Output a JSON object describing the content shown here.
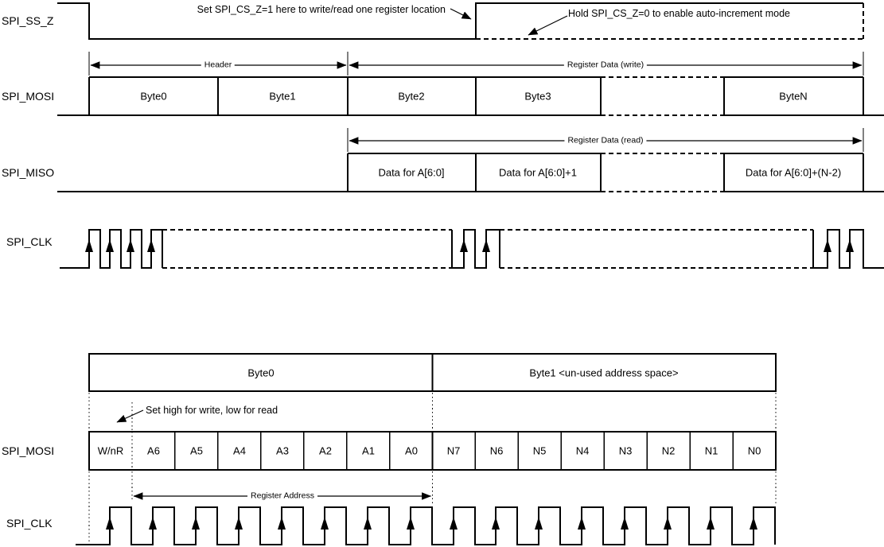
{
  "top_diagram": {
    "signal_labels": {
      "ss": "SPI_SS_Z",
      "mosi": "SPI_MOSI",
      "miso": "SPI_MISO",
      "clk": "SPI_CLK"
    },
    "annotations": {
      "cs_high": "Set SPI_CS_Z=1 here to write/read one register location",
      "cs_low": "Hold SPI_CS_Z=0 to enable auto-increment mode"
    },
    "dimensions": {
      "header": "Header",
      "reg_write": "Register Data (write)",
      "reg_read": "Register Data (read)"
    },
    "mosi_bytes": [
      "Byte0",
      "Byte1",
      "Byte2",
      "Byte3",
      "ByteN"
    ],
    "miso_bytes": [
      "Data for A[6:0]",
      "Data for A[6:0]+1",
      "Data for A[6:0]+(N-2)"
    ]
  },
  "bottom_diagram": {
    "signal_labels": {
      "mosi": "SPI_MOSI",
      "clk": "SPI_CLK"
    },
    "byte_headers": [
      "Byte0",
      "Byte1 <un-used address space>"
    ],
    "annotations": {
      "wnr": "Set high for write, low for read"
    },
    "dimensions": {
      "register_address": "Register Address"
    },
    "bits": [
      "W/nR",
      "A6",
      "A5",
      "A4",
      "A3",
      "A2",
      "A1",
      "A0",
      "N7",
      "N6",
      "N5",
      "N4",
      "N3",
      "N2",
      "N1",
      "N0"
    ]
  },
  "colors": {
    "line": "#000000",
    "background": "#ffffff"
  }
}
